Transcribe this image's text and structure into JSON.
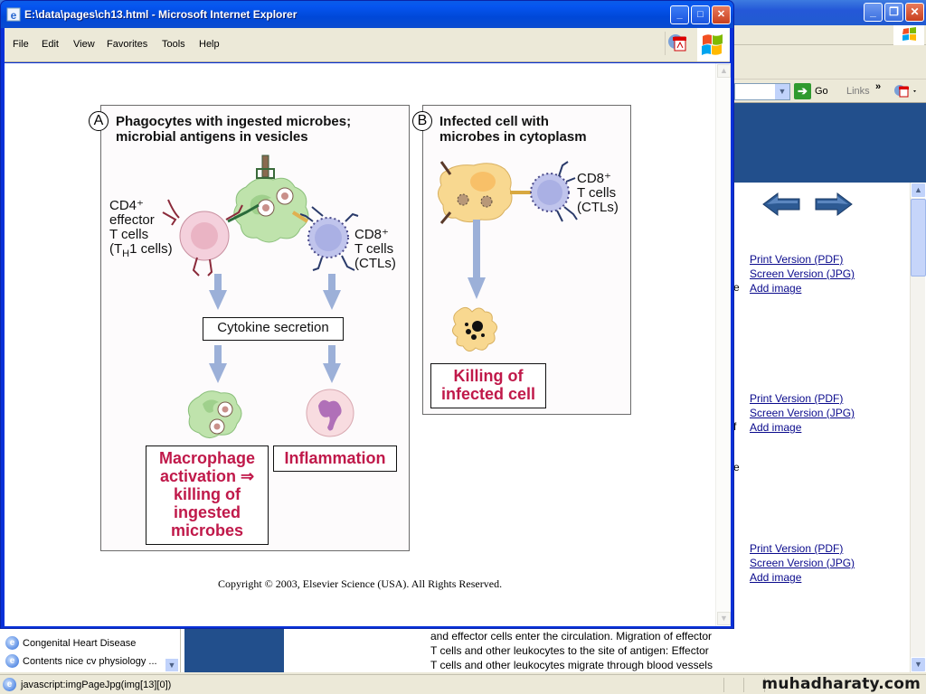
{
  "popup_window": {
    "title": "E:\\data\\pages\\ch13.html - Microsoft Internet Explorer",
    "menu": [
      "File",
      "Edit",
      "View",
      "Favorites",
      "Tools",
      "Help"
    ],
    "controls": {
      "minimize": "_",
      "maximize": "□",
      "close": "✕"
    },
    "copyright": "Copyright © 2003, Elsevier Science (USA). All Rights Reserved."
  },
  "figure": {
    "panel_a": {
      "letter": "A",
      "title_line1": "Phagocytes with ingested microbes;",
      "title_line2": "microbial antigens in vesicles",
      "cd4_label": [
        "CD4⁺",
        "effector",
        "T cells",
        "(T",
        "H",
        "1 cells)"
      ],
      "cd8_label": [
        "CD8⁺",
        "T cells",
        "(CTLs)"
      ],
      "cytokine_box": "Cytokine secretion",
      "outcome_macrophage": [
        "Macrophage",
        "activation ⇒",
        "killing of",
        "ingested",
        "microbes"
      ],
      "outcome_inflammation": "Inflammation"
    },
    "panel_b": {
      "letter": "B",
      "title_line1": "Infected cell with",
      "title_line2": "microbes in cytoplasm",
      "cd8_label": [
        "CD8⁺",
        "T cells",
        "(CTLs)"
      ],
      "outcome": [
        "Killing of",
        "infected cell"
      ]
    },
    "colors": {
      "outcome_red": "#c0194a",
      "arrow_blue": "#9cb0d8",
      "cd4_pink": "#f0c8d4",
      "cd8_blue": "#b8bce8",
      "macrophage_green": "#b8e0a8",
      "infected_orange": "#f8d890"
    }
  },
  "background_window": {
    "address_bar": {
      "go_label": "Go",
      "links_label": "Links",
      "chevron": "»"
    },
    "right_links": [
      {
        "print": "Print Version (PDF)",
        "screen": "Screen Version (JPG)",
        "add": "Add image"
      },
      {
        "print": "Print Version (PDF)",
        "screen": "Screen Version (JPG)",
        "add": "Add image"
      },
      {
        "print": "Print Version (PDF)",
        "screen": "Screen Version (JPG)",
        "add": "Add image"
      }
    ],
    "edge_letters": [
      "e",
      "f",
      "e"
    ],
    "favorites": [
      "Congenital Heart Disease",
      "Contents nice cv physiology ..."
    ],
    "body_text": [
      "and effector cells enter the circulation. Migration of effector",
      "T cells and other leukocytes to the site of antigen: Effector",
      "T cells and other leukocytes migrate through blood vessels"
    ],
    "status_text": "javascript:imgPageJpg(img[13][0])",
    "watermark": "muhadharaty.com"
  }
}
